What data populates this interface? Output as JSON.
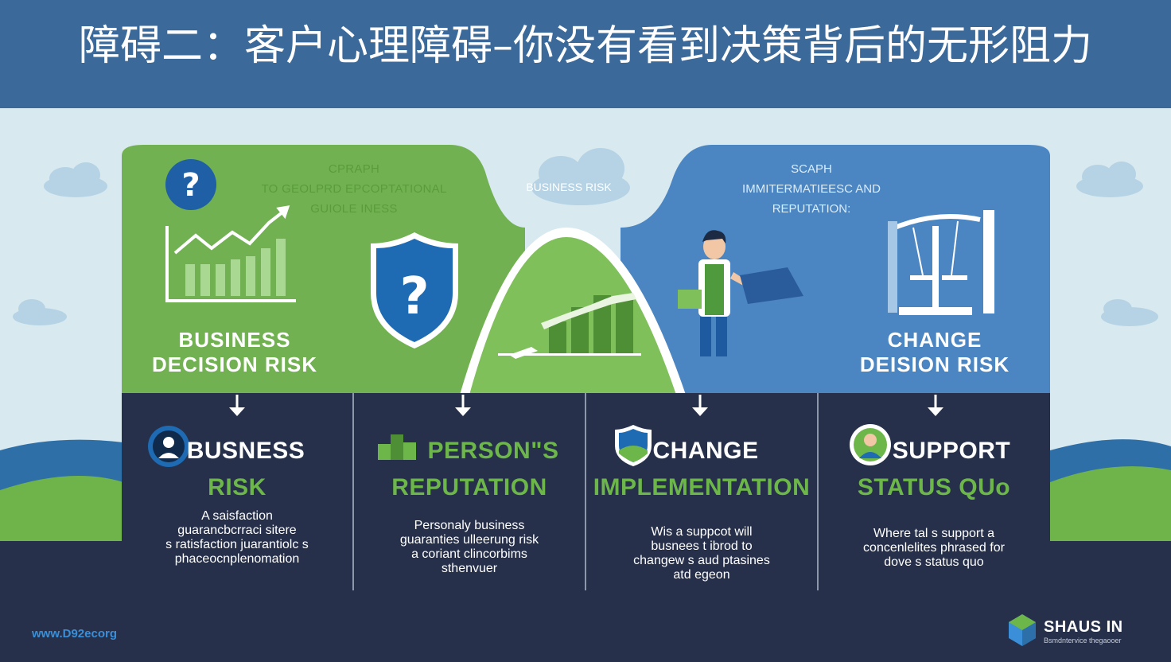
{
  "title": "障碍二：客户心理障碍–你没有看到决策背后的无形阻力",
  "top_panels": {
    "left_caption": [
      "CPRAPH",
      "TO GEOLPRD EPCOPTATIONAL",
      "GUIOLE INESS"
    ],
    "middle_caption": "BUSINESS RISK",
    "right_caption": [
      "SCAPH",
      "IMMITERMATIEESC AND",
      "REPUTATION:"
    ],
    "left_title": [
      "BUSINESS",
      "DECISION RISK"
    ],
    "right_title": [
      "CHANGE",
      "DEISION RISK"
    ]
  },
  "columns": [
    {
      "title": "BUSNESS",
      "subtitle": "RISK",
      "icon": "person-avatar-icon",
      "desc": [
        "A saisfaction",
        "guarancbcrraci sitere",
        "s ratisfaction juarantiolc s",
        "phaceocnplenomation"
      ]
    },
    {
      "title": "PERSON\"S",
      "subtitle": "REPUTATION",
      "icon": "building-blocks-icon",
      "desc": [
        "Personaly business",
        "guaranties ulleerung risk",
        "a coriant clincorbims",
        "sthenvuer"
      ]
    },
    {
      "title": "CHANGE",
      "subtitle": "IMPLEMENTATION",
      "icon": "shield-landscape-icon",
      "desc": [
        "Wis a suppcot will",
        "busnees t ibrod to",
        "changew s aud ptasines",
        "atd egeon"
      ]
    },
    {
      "title": "SUPPORT",
      "subtitle": "STATUS QUo",
      "icon": "support-person-icon",
      "desc": [
        "Where tal s support a",
        "concenlelites phrased for",
        "dove s status quo"
      ]
    }
  ],
  "footer": {
    "url": "www.D92ecorg",
    "brand": "SHAUS IN",
    "brand_sub": "Bsmdntervice thegaooer"
  },
  "colors": {
    "header": "#3b6999",
    "green": "#74b455",
    "blue": "#4b86c2",
    "navy": "#26304a",
    "accent_green": "#6db64a"
  }
}
